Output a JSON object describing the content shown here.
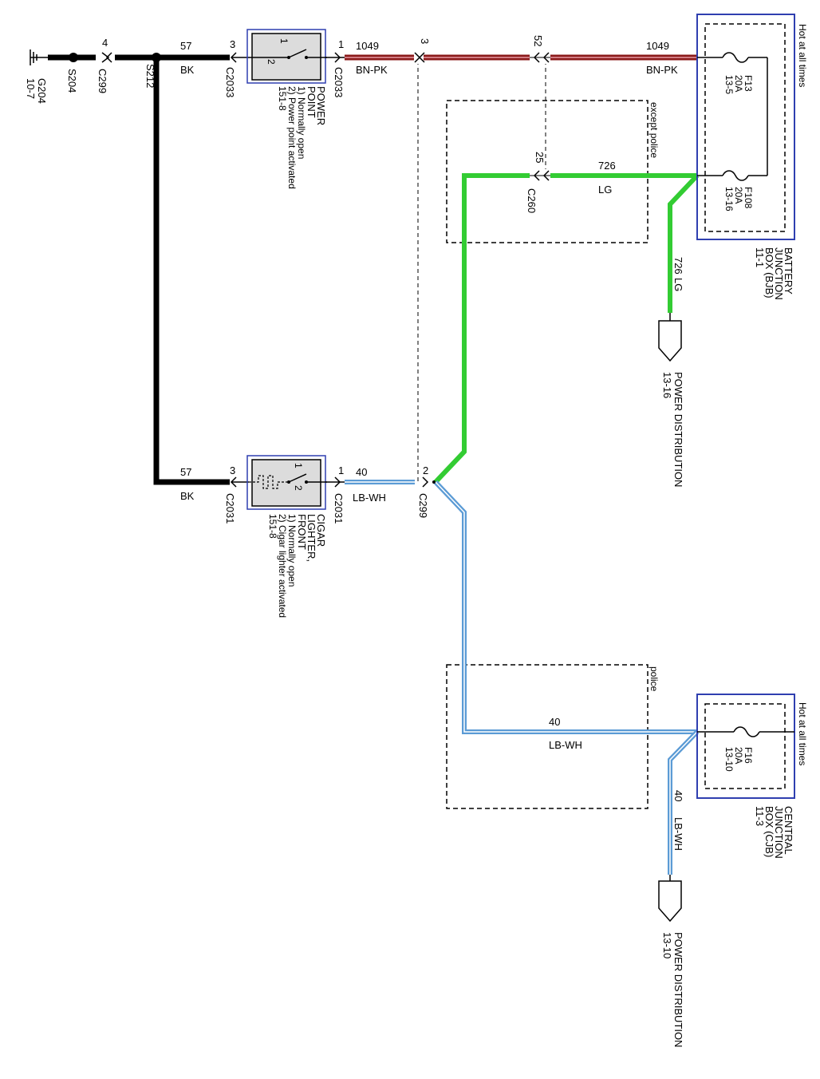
{
  "colors": {
    "black_wire": "#000000",
    "bn_pk_wire": "#8b1a1a",
    "bn_pk_stripe": "#e79aa5",
    "lg_wire": "#33cc33",
    "lb_wh_wire": "#5b9bd5",
    "lb_wh_stripe": "#ffffff",
    "box_border": "#2f3fb0",
    "component_fill": "#dcdcdc"
  },
  "ground": {
    "label": "G204",
    "ref": "10-7"
  },
  "splices": [
    {
      "id": "S204"
    },
    {
      "id": "S212"
    }
  ],
  "connectors": {
    "c299_top": {
      "name": "C299",
      "pin": "4"
    },
    "c2033_in": {
      "name": "C2033",
      "pin": "3"
    },
    "c2033_out": {
      "name": "C2033",
      "pin": "1"
    },
    "c2031_in": {
      "name": "C2031",
      "pin": "3"
    },
    "c2031_out": {
      "name": "C2031",
      "pin": "1"
    },
    "inline_3": {
      "pin": "3"
    },
    "inline_52": {
      "pin": "52"
    },
    "c260": {
      "name": "C260",
      "pin": "25"
    },
    "c299_mid": {
      "name": "C299",
      "pin": "2"
    }
  },
  "wires": {
    "bk_top": {
      "circuit": "57",
      "color": "BK"
    },
    "bk_bottom": {
      "circuit": "57",
      "color": "BK"
    },
    "bnpk_left": {
      "circuit": "1049",
      "color": "BN-PK"
    },
    "bnpk_right": {
      "circuit": "1049",
      "color": "BN-PK"
    },
    "lg_horizontal": {
      "circuit": "726",
      "color": "LG"
    },
    "lg_vertical": {
      "circuit": "726",
      "color": "LG"
    },
    "lbwh_left": {
      "circuit": "40",
      "color": "LB-WH"
    },
    "lbwh_police": {
      "circuit": "40",
      "color": "LB-WH"
    },
    "lbwh_vertical": {
      "circuit": "40",
      "color": "LB-WH"
    }
  },
  "components": {
    "power_point": {
      "pins": [
        "1",
        "2"
      ],
      "lines": [
        "POWER",
        "POINT",
        "1) Normally open",
        "2) Power point activated",
        "151-8"
      ]
    },
    "cigar_lighter": {
      "pins": [
        "1",
        "2"
      ],
      "lines": [
        "CIGAR",
        "LIGHTER,",
        "FRONT",
        "1) Normally open",
        "2) Cigar lighter activated",
        "151-8"
      ]
    }
  },
  "bjb": {
    "hot_label": "Hot at all times",
    "lines": [
      "BATTERY",
      "JUNCTION",
      "BOX (BJB)",
      "11-1"
    ],
    "fuses": [
      {
        "lines": [
          "F13",
          "20A",
          "13-5"
        ]
      },
      {
        "lines": [
          "F108",
          "20A",
          "13-16"
        ]
      }
    ]
  },
  "cjb": {
    "hot_label": "Hot at all times",
    "lines": [
      "CENTRAL",
      "JUNCTION",
      "BOX (CJB)",
      "11-3"
    ],
    "fuses": [
      {
        "lines": [
          "F16",
          "20A",
          "13-10"
        ]
      }
    ]
  },
  "regions": {
    "except_police": "except police",
    "police": "police"
  },
  "destinations": {
    "pd_top": {
      "lines": [
        "POWER DISTRIBUTION",
        "13-16"
      ]
    },
    "pd_bottom": {
      "lines": [
        "POWER DISTRIBUTION",
        "13-10"
      ]
    }
  }
}
